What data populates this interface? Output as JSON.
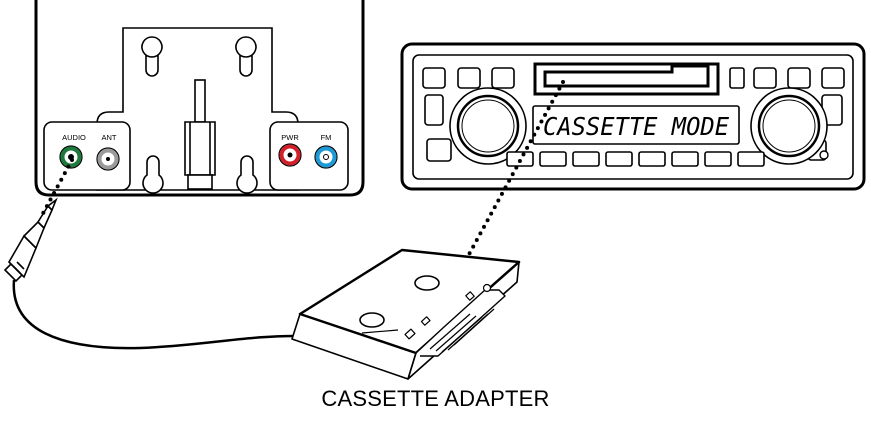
{
  "dock": {
    "ports": [
      {
        "label": "AUDIO",
        "color": "#1e7a3c"
      },
      {
        "label": "ANT",
        "color": "#9a9a9a"
      },
      {
        "label": "PWR",
        "color": "#d0202a"
      },
      {
        "label": "FM",
        "color": "#1e9ad6"
      }
    ]
  },
  "stereo": {
    "display_text": "CASSETTE MODE"
  },
  "caption": "CASSETTE ADAPTER"
}
